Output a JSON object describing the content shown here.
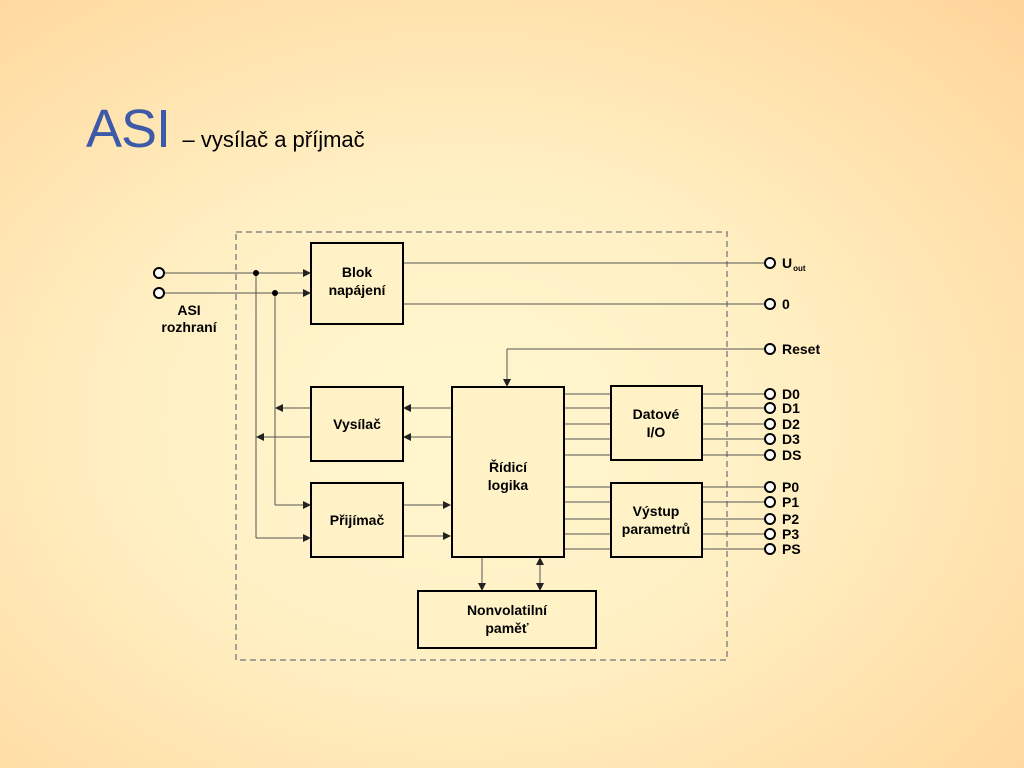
{
  "slide": {
    "title": "ASI",
    "subtitle": "– vysílač a příjmač"
  },
  "diagram": {
    "interface_label": [
      "ASI",
      "rozhraní"
    ],
    "blocks": {
      "power": [
        "Blok",
        "napájení"
      ],
      "transmitter": [
        "Vysílač"
      ],
      "receiver": [
        "Přijímač"
      ],
      "logic": [
        "Řídicí",
        "logika"
      ],
      "data_io": [
        "Datové",
        "I/O"
      ],
      "param_out": [
        "Výstup",
        "parametrů"
      ],
      "memory": [
        "Nonvolatilní",
        "paměť"
      ]
    },
    "terminals": {
      "u_out": "U",
      "u_out_sub": "out",
      "zero": "0",
      "reset": "Reset",
      "data": [
        "D0",
        "D1",
        "D2",
        "D3",
        "DS"
      ],
      "params": [
        "P0",
        "P1",
        "P2",
        "P3",
        "PS"
      ]
    }
  }
}
